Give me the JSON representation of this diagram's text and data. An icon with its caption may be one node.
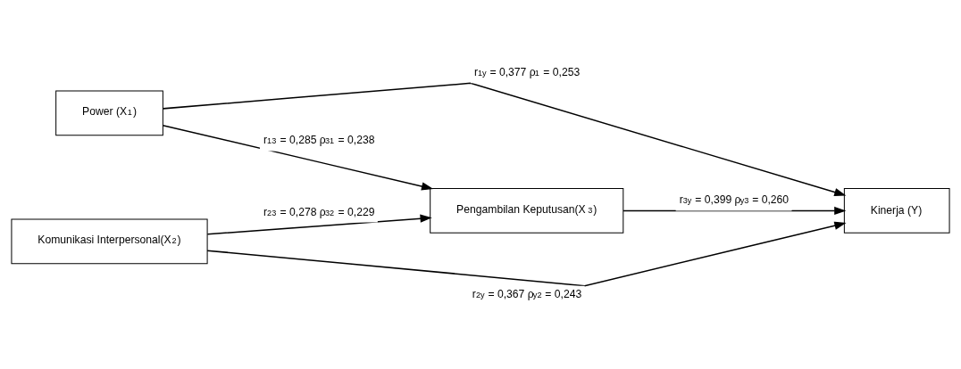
{
  "diagram": {
    "nodes": [
      {
        "text": [
          "Power (X$_{1}$)"
        ]
      },
      {
        "text": [
          "Komunikasi Interpersonal(X$_{2}$)"
        ]
      },
      {
        "text": [
          "Pengambilan Keputusan(X$_{3}$)"
        ]
      },
      {
        "text": [
          "Kinerja (Y)"
        ]
      }
    ],
    "edges": [
      {
        "from": 0,
        "to": 3,
        "arrow": "to",
        "label": "r$_{1y}$ = 0,377 ρ$_{1}$ = 0,253"
      },
      {
        "from": 0,
        "to": 2,
        "arrow": "to",
        "label": "r$_{13}$ = 0,285 ρ$_{31}$ = 0,238"
      },
      {
        "from": 2,
        "to": 3,
        "arrow": "to",
        "label": "r$_{3y}$ = 0,399 ρ$_{y3}$ = 0,260"
      },
      {
        "from": 1,
        "to": 2,
        "arrow": "to",
        "label": "r$_{23}$ = 0,278 ρ$_{32}$ = 0,229"
      },
      {
        "from": 1,
        "to": 3,
        "arrow": "to",
        "label": "r$_{2y}$ = 0,367 ρ$_{y2}$ = 0,243"
      }
    ]
  }
}
